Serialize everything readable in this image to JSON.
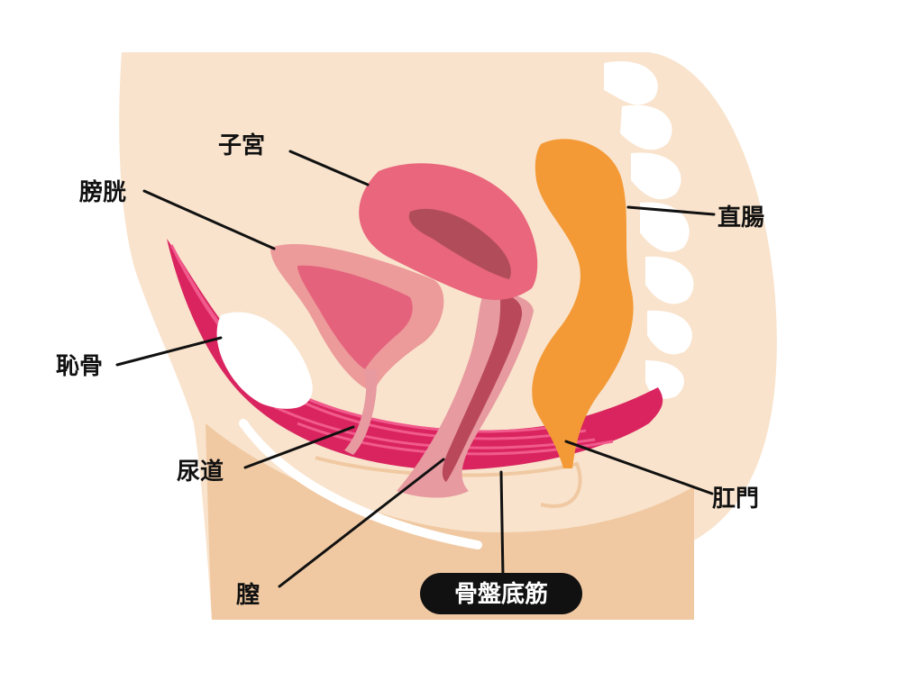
{
  "labels": {
    "uterus": "子宮",
    "bladder": "膀胱",
    "pubic_bone": "恥骨",
    "urethra": "尿道",
    "vagina": "膣",
    "pelvic_floor_muscles": "骨盤底筋",
    "rectum": "直腸",
    "anus": "肛門"
  },
  "colors": {
    "skin": "#f9e3cc",
    "skin_shadow": "#f0c9a2",
    "spine": "#ffffff",
    "bone": "#ffffff",
    "muscle": "#d9245f",
    "muscle_stripe": "#f15a8c",
    "uterus": "#e9667c",
    "uterus_inner": "#b14d5a",
    "bladder": "#ec9a9a",
    "bladder_inner": "#e4627c",
    "vagina": "#e79aa0",
    "vagina_inner": "#b9485a",
    "rectum": "#f39a37",
    "label_bg": "#111111"
  }
}
